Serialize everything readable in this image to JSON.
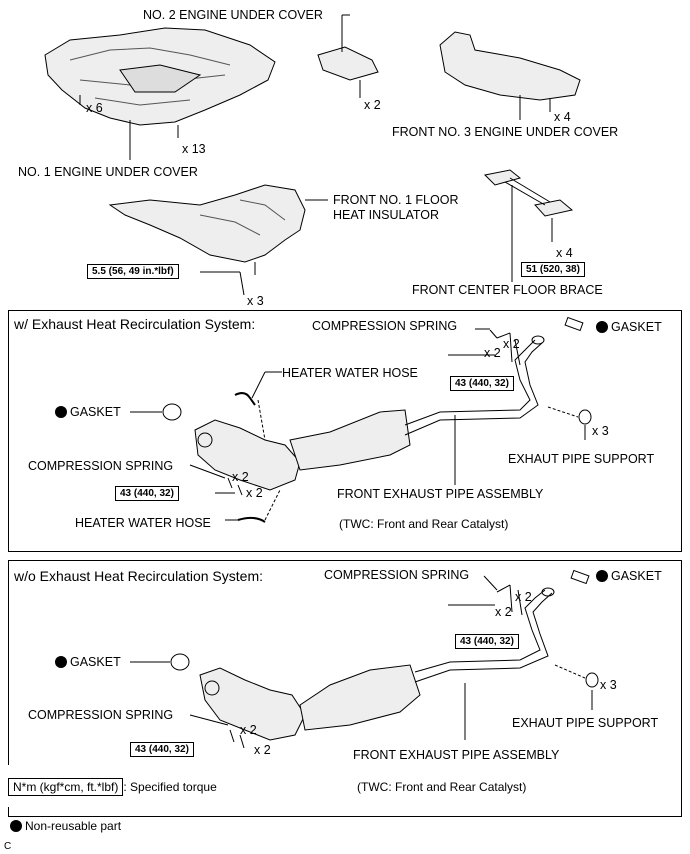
{
  "labels": {
    "no2_cover": "NO. 2 ENGINE UNDER COVER",
    "no1_cover": "NO. 1 ENGINE UNDER COVER",
    "front_no3_cover": "FRONT NO. 3 ENGINE UNDER COVER",
    "front_no1_insulator_line1": "FRONT NO. 1 FLOOR",
    "front_no1_insulator_line2": "HEAT INSULATOR",
    "front_center_brace": "FRONT CENTER FLOOR BRACE",
    "w_system_title": "w/ Exhaust Heat Recirculation System:",
    "wo_system_title": "w/o Exhaust Heat Recirculation System:",
    "compression_spring": "COMPRESSION SPRING",
    "gasket": "GASKET",
    "heater_water_hose": "HEATER WATER HOSE",
    "exhaust_pipe_support": "EXHAUT PIPE SUPPORT",
    "front_exhaust_pipe_assembly": "FRONT EXHAUST PIPE ASSEMBLY",
    "twc_note": "(TWC: Front and Rear Catalyst)",
    "figure_code": "C"
  },
  "quantities": {
    "x6": "x 6",
    "x13": "x 13",
    "x2": "x 2",
    "x4": "x 4",
    "x3": "x 3"
  },
  "torques": {
    "insulator": "5.5 (56, 49 in.*lbf)",
    "brace": "51 (520, 38)",
    "pipe": "43 (440, 32)"
  },
  "legend": {
    "torque_unit": "N*m (kgf*cm, ft.*lbf)",
    "torque_desc": ": Specified torque",
    "non_reusable": "Non-reusable part"
  }
}
